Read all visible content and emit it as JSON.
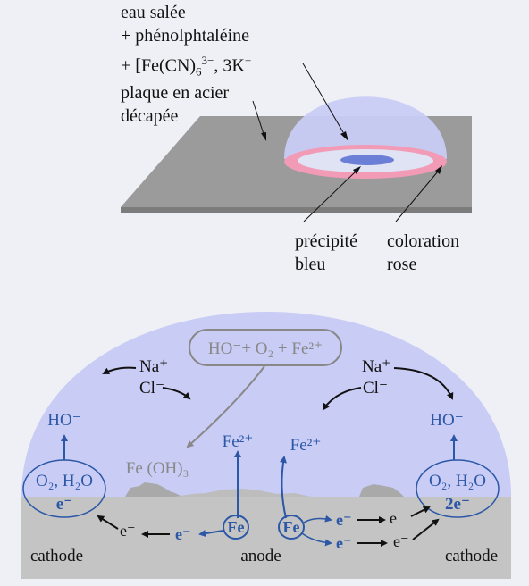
{
  "top": {
    "label_line1": "eau salée",
    "label_line2": "+ phénolphtaléine",
    "label_line3_pre": "+ [Fe(CN)",
    "label_line3_sub": "6",
    "label_line3_sup": "3−",
    "label_line3_mid": ", 3K",
    "label_line3_sup2": "+",
    "plate_line1": "plaque en acier",
    "plate_line2": "décapée",
    "precip_line1": "précipité",
    "precip_line2": "bleu",
    "color_line1": "coloration",
    "color_line2": "rose"
  },
  "bottom": {
    "reaction_box": "HO⁻+ O₂ + Fe²⁺",
    "na_left": "Na⁺",
    "cl_left": "Cl⁻",
    "na_right": "Na⁺",
    "cl_right": "Cl⁻",
    "ho_left": "HO⁻",
    "ho_right": "HO⁻",
    "fe2_left": "Fe²⁺",
    "fe2_right": "Fe²⁺",
    "feoh3": "Fe (OH)₃",
    "o2h2o_left": "O₂, H₂O",
    "o2h2o_right": "O₂, H₂O",
    "e_left": "e⁻",
    "e2_right": "2e⁻",
    "fe_left": "Fe",
    "fe_right": "Fe",
    "e_left_blue": "e⁻",
    "e_left_black": "e⁻",
    "e_right_blue_top": "e⁻",
    "e_right_blue_bot": "e⁻",
    "e_right_black_top": "e⁻",
    "e_right_black_bot": "e⁻",
    "cathode_left": "cathode",
    "anode": "anode",
    "cathode_right": "cathode"
  },
  "colors": {
    "background": "#eef0f6",
    "drop_fill": "#c9ccf4",
    "plate": "#9b9b9b",
    "ground": "#c4c4c4",
    "pink": "#f29bb6",
    "blue_text": "#2b57a6",
    "gray_text": "#808080"
  }
}
